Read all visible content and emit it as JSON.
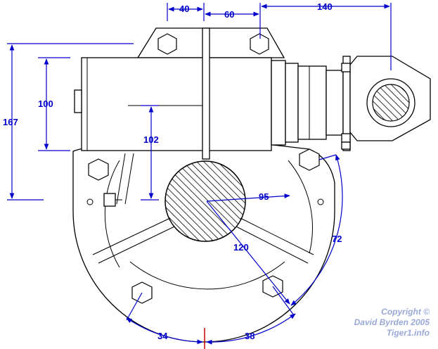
{
  "dimensions": {
    "d40": "40",
    "d60": "60",
    "d140": "140",
    "d167": "167",
    "d100": "100",
    "d102": "102",
    "d95": "95",
    "d120": "120",
    "d72": "72",
    "d34": "34",
    "d38": "38"
  },
  "copyright": {
    "line1": "Copyright ©",
    "line2": "David Byrden 2005",
    "line3": "Tiger1.info"
  },
  "colors": {
    "dimension": "#0000cc",
    "outline": "#000000",
    "copyright": "#9aa8d6",
    "center_mark": "#cc0000"
  }
}
